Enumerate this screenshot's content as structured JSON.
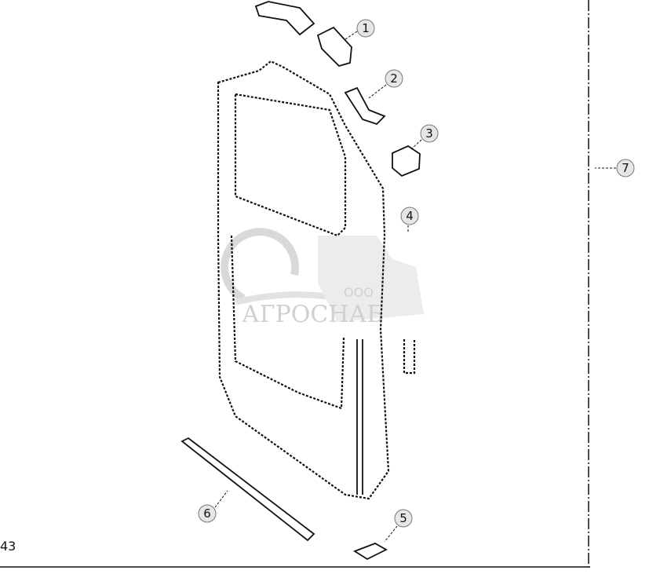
{
  "diagram": {
    "callouts": [
      "1",
      "2",
      "3",
      "4",
      "5",
      "6",
      "7"
    ],
    "page_number": "43"
  },
  "watermark": {
    "prefix": "ООО",
    "name": "АГРОСНАБ"
  }
}
